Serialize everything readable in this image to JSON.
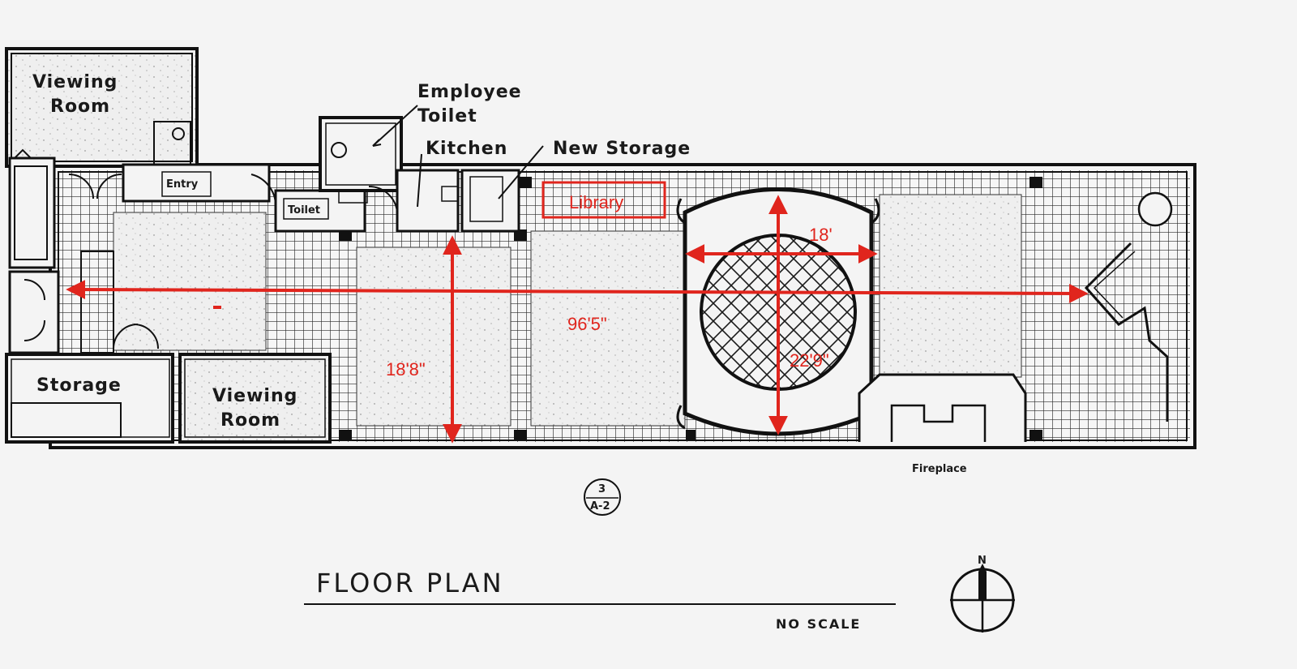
{
  "rooms": {
    "viewing_room_1": [
      "Viewing",
      "Room"
    ],
    "employee_toilet": [
      "Employee",
      "Toilet"
    ],
    "kitchen": "Kitchen",
    "new_storage": "New Storage",
    "library": "Library",
    "storage": "Storage",
    "viewing_room_2": [
      "Viewing",
      "Room"
    ],
    "toilet": "Toilet",
    "entry": "Entry",
    "fireplace": "Fireplace"
  },
  "dimensions": {
    "overall_length": "96'5\"",
    "width_west": "18'8\"",
    "rotunda_width": "18'",
    "rotunda_length": "22'9\""
  },
  "section_marker": {
    "top": "3",
    "bottom": "A-2"
  },
  "title": "FLOOR PLAN",
  "scale_note": "NO SCALE",
  "north_label": "N",
  "colors": {
    "annotation": "#e0251d",
    "ink": "#1a1a1a",
    "paper": "#f4f4f4"
  }
}
